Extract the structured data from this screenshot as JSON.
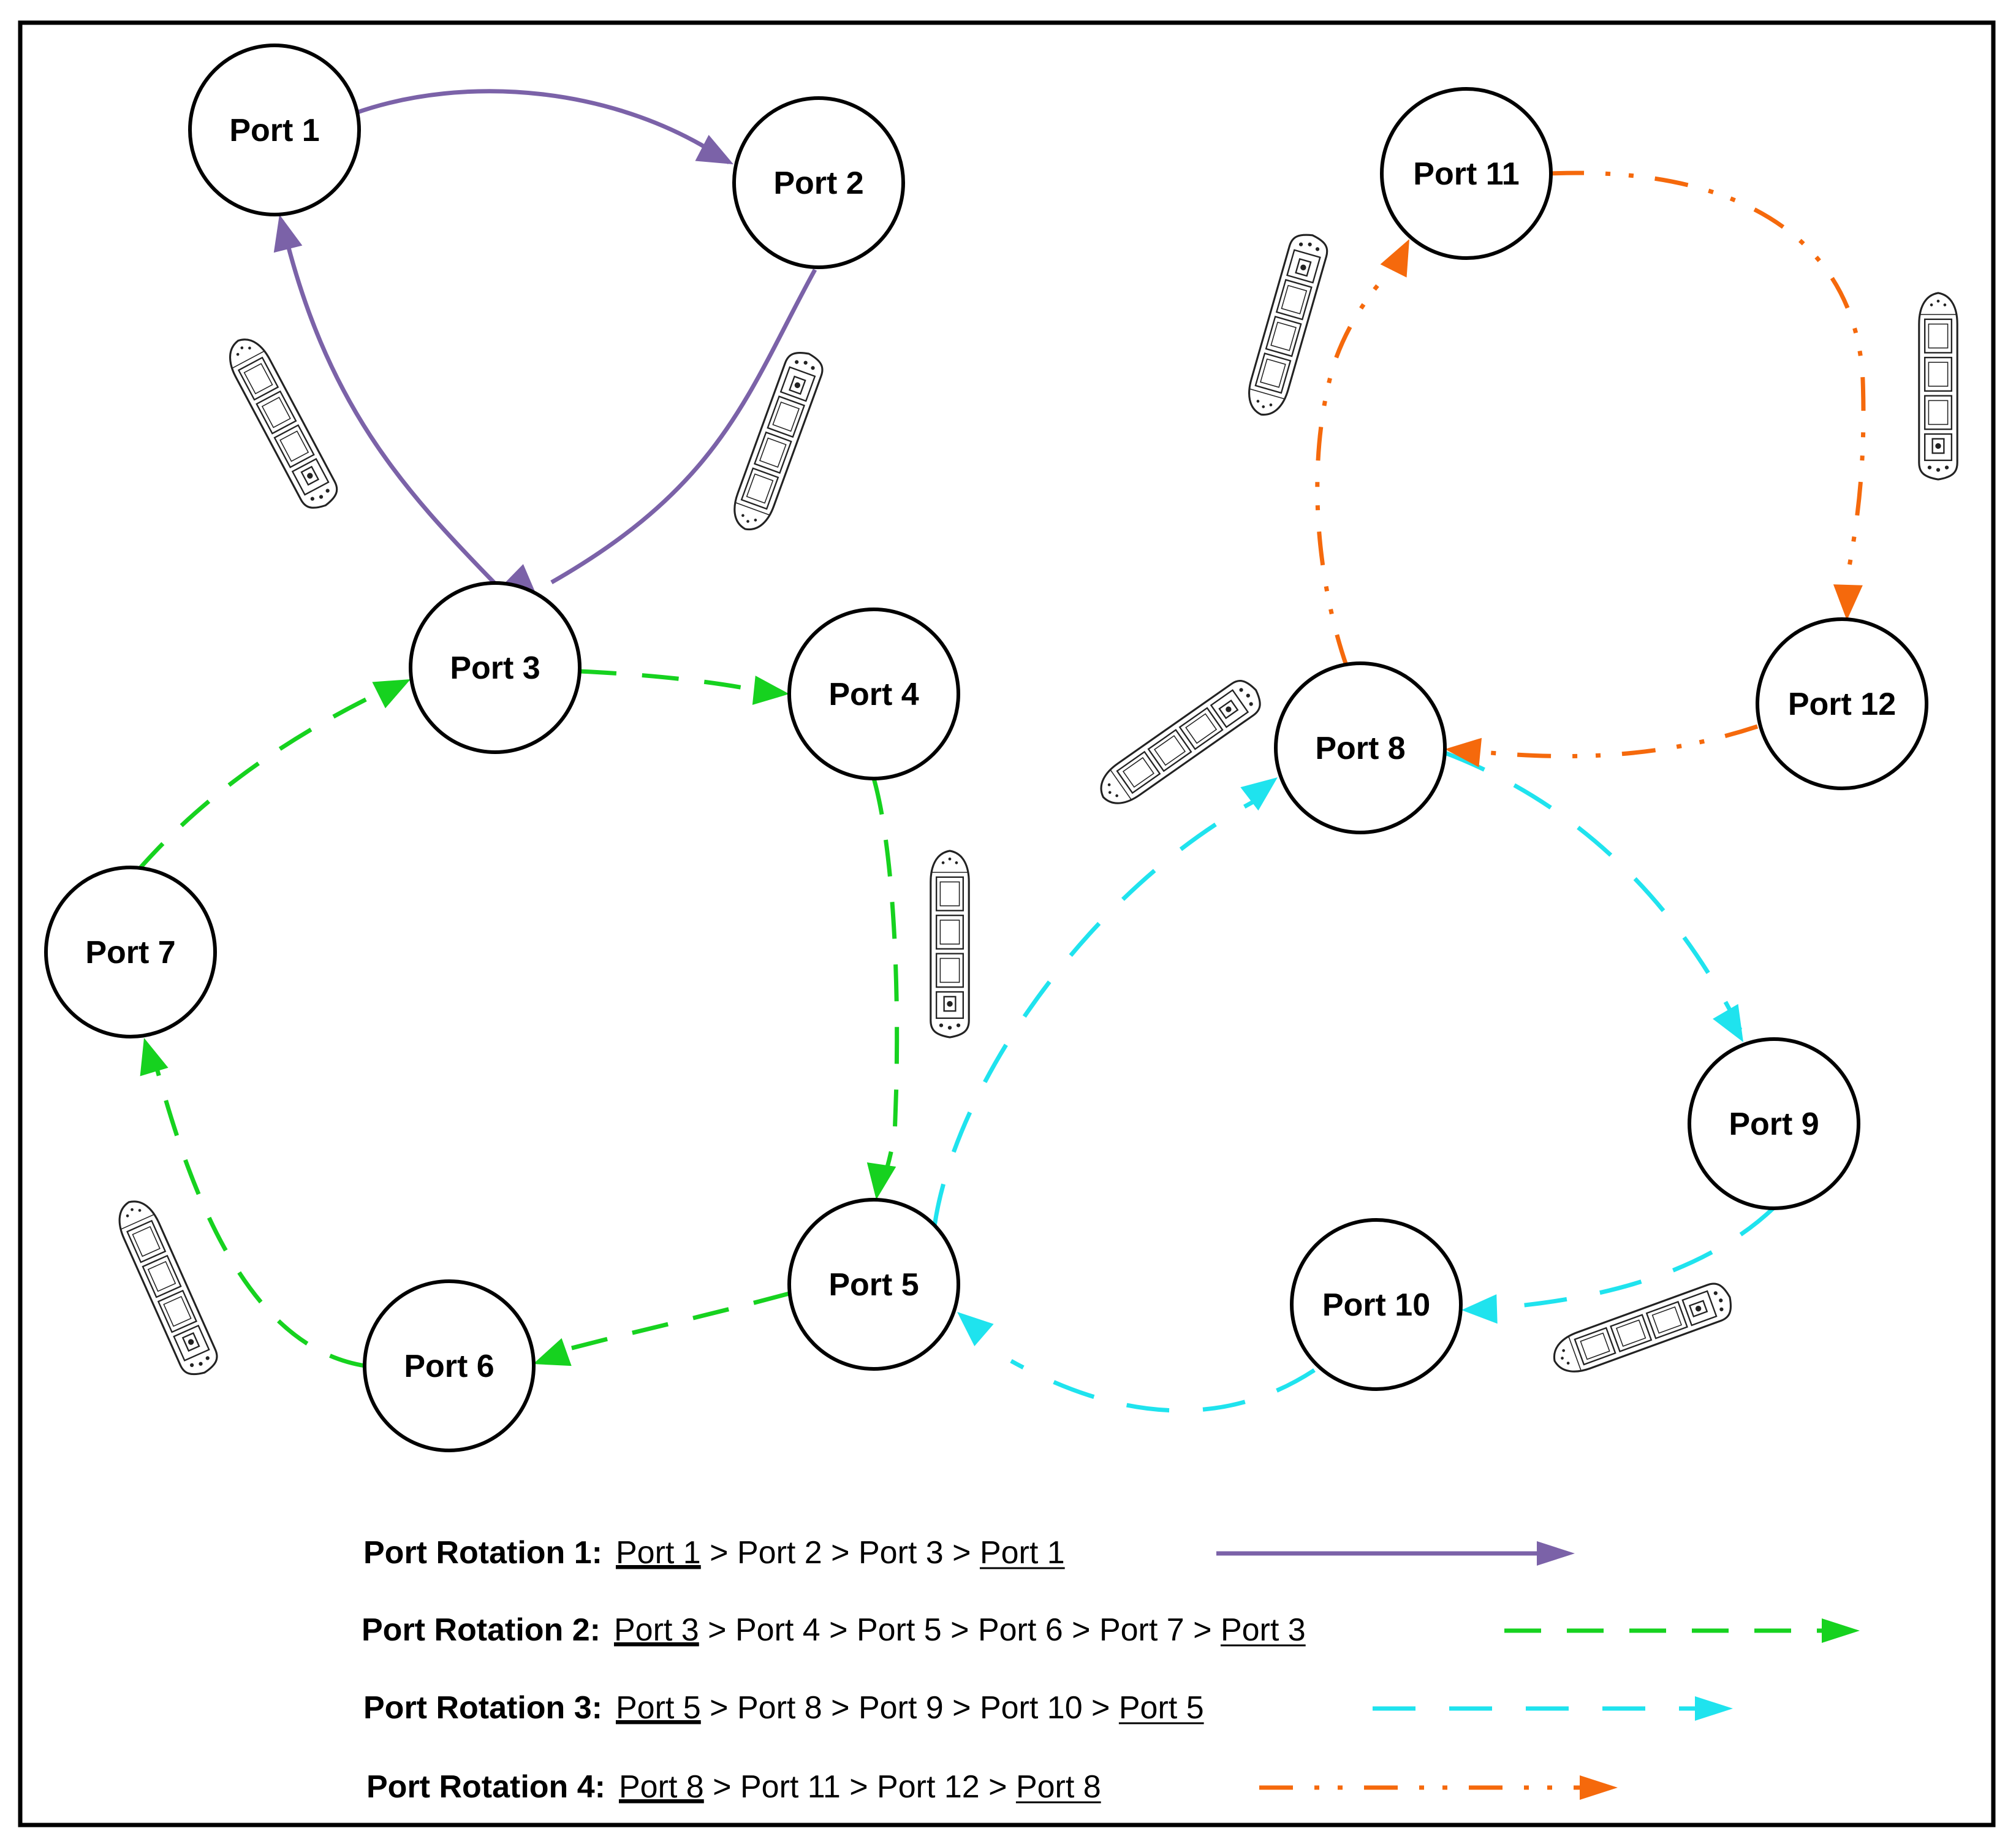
{
  "colors": {
    "rotation1": "#7b62a8",
    "rotation2": "#16d21f",
    "rotation3": "#1fe3ee",
    "rotation4": "#f5690c",
    "border": "#000000",
    "ship": "#222222"
  },
  "ports": [
    {
      "id": "p1",
      "label": "Port 1"
    },
    {
      "id": "p2",
      "label": "Port 2"
    },
    {
      "id": "p3",
      "label": "Port 3"
    },
    {
      "id": "p4",
      "label": "Port 4"
    },
    {
      "id": "p5",
      "label": "Port 5"
    },
    {
      "id": "p6",
      "label": "Port 6"
    },
    {
      "id": "p7",
      "label": "Port 7"
    },
    {
      "id": "p8",
      "label": "Port 8"
    },
    {
      "id": "p9",
      "label": "Port 9"
    },
    {
      "id": "p10",
      "label": "Port 10"
    },
    {
      "id": "p11",
      "label": "Port 11"
    },
    {
      "id": "p12",
      "label": "Port 12"
    }
  ],
  "legend": [
    {
      "title": "Port Rotation 1:",
      "start": "Port 1",
      "middle": " > Port 2 > Port 3 > ",
      "end": "Port 1",
      "line_style": "solid"
    },
    {
      "title": "Port Rotation 2:",
      "start": "Port 3",
      "middle": " > Port 4 > Port 5 > Port 6 > Port 7 > ",
      "end": "Port 3",
      "line_style": "long-dash"
    },
    {
      "title": "Port Rotation 3:",
      "start": "Port 5",
      "middle": " > Port 8 > Port 9 > Port 10 > ",
      "end": "Port 5",
      "line_style": "dash"
    },
    {
      "title": "Port Rotation 4:",
      "start": "Port 8",
      "middle": " > Port 11 > Port 12 > ",
      "end": "Port 8",
      "line_style": "dash-dot-dot"
    }
  ],
  "ship_icon_name": "container-ship-icon"
}
